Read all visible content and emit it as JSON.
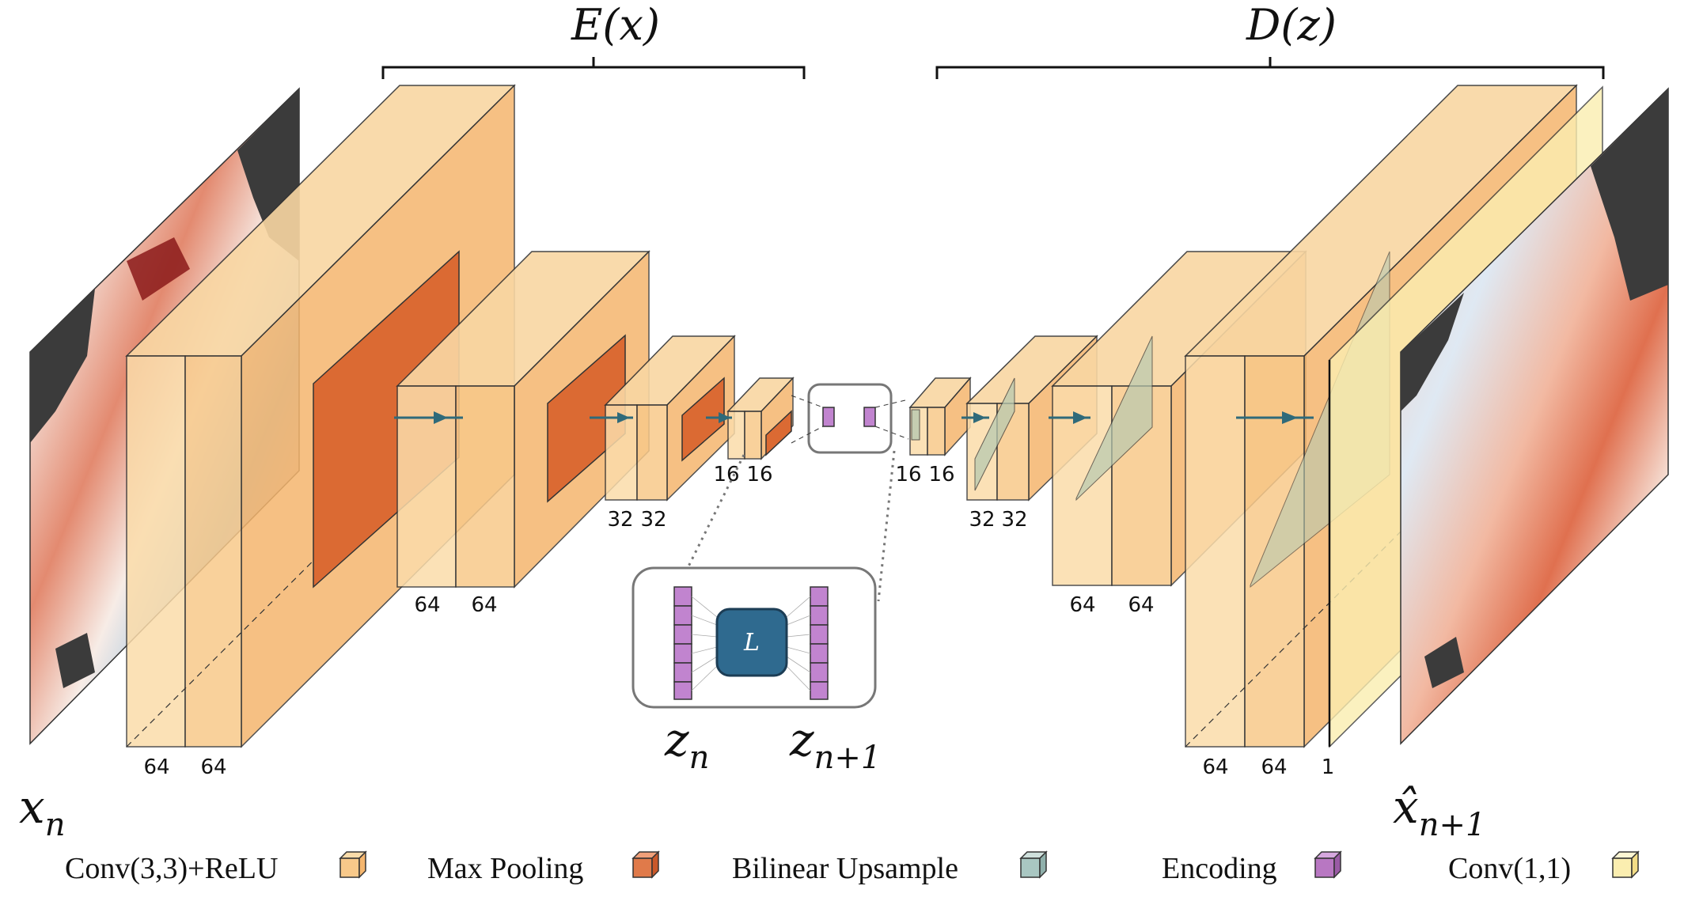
{
  "encoder": {
    "label": "E(x)",
    "channels": [
      "64",
      "64",
      "64",
      "64",
      "32",
      "32",
      "16",
      "16"
    ]
  },
  "decoder": {
    "label": "D(z)",
    "channels": [
      "16",
      "16",
      "32",
      "32",
      "64",
      "64",
      "64",
      "64",
      "1"
    ]
  },
  "latent": {
    "input_label": "z",
    "input_sub": "n",
    "output_label": "z",
    "output_sub": "n+1",
    "operator_label": "L"
  },
  "input": {
    "label": "x",
    "sub": "n"
  },
  "output": {
    "label": "x̂",
    "sub": "n+1"
  },
  "legend": [
    {
      "label": "Conv(3,3)+ReLU",
      "color": "#f7c98a",
      "icon": "conv-cube-icon"
    },
    {
      "label": "Max Pooling",
      "color": "#e07a4a",
      "icon": "maxpool-cube-icon"
    },
    {
      "label": "Bilinear Upsample",
      "color": "#a9c7c2",
      "icon": "upsample-cube-icon"
    },
    {
      "label": "Encoding",
      "color": "#b877c2",
      "icon": "encoding-cube-icon"
    },
    {
      "label": "Conv(1,1)",
      "color": "#fbeeb0",
      "icon": "conv11-cube-icon"
    }
  ],
  "colors": {
    "conv": "#f7b96a",
    "pool": "#d9622b",
    "upsample": "#b8c9b0",
    "encoding": "#c184cf",
    "operator": "#2f6a8f",
    "land": "#3b3b3b"
  }
}
